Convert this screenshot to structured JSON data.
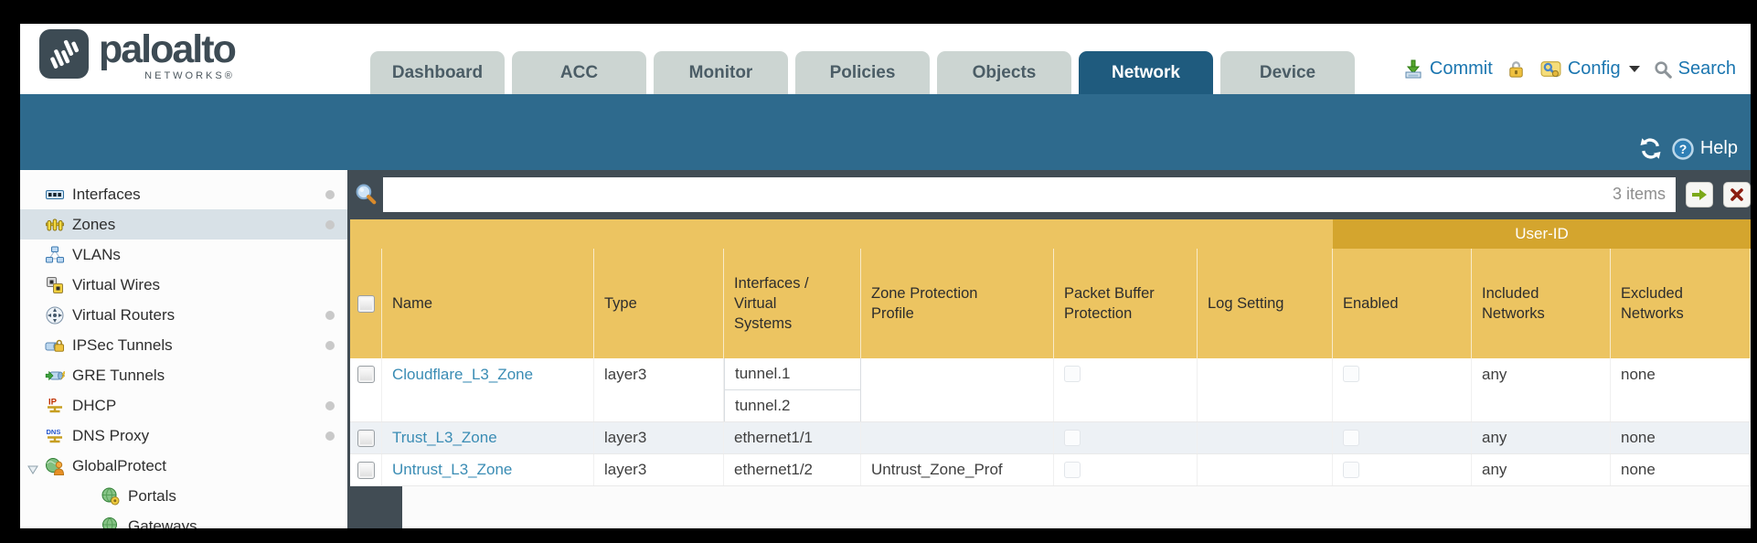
{
  "header": {
    "logo": {
      "brand": "paloalto",
      "subtext": "NETWORKS®"
    },
    "tabs": [
      {
        "label": "Dashboard",
        "active": false
      },
      {
        "label": "ACC",
        "active": false
      },
      {
        "label": "Monitor",
        "active": false
      },
      {
        "label": "Policies",
        "active": false
      },
      {
        "label": "Objects",
        "active": false
      },
      {
        "label": "Network",
        "active": true
      },
      {
        "label": "Device",
        "active": false
      }
    ],
    "actions": {
      "commit_label": "Commit",
      "config_label": "Config",
      "search_label": "Search"
    }
  },
  "subheader": {
    "help_label": "Help"
  },
  "sidebar": {
    "items": [
      {
        "label": "Interfaces",
        "icon": "interfaces-icon",
        "dot": true
      },
      {
        "label": "Zones",
        "icon": "zones-icon",
        "dot": true,
        "selected": true
      },
      {
        "label": "VLANs",
        "icon": "vlans-icon"
      },
      {
        "label": "Virtual Wires",
        "icon": "virtual-wires-icon"
      },
      {
        "label": "Virtual Routers",
        "icon": "virtual-routers-icon",
        "dot": true
      },
      {
        "label": "IPSec Tunnels",
        "icon": "ipsec-tunnels-icon",
        "dot": true
      },
      {
        "label": "GRE Tunnels",
        "icon": "gre-tunnels-icon"
      },
      {
        "label": "DHCP",
        "icon": "dhcp-icon",
        "dot": true
      },
      {
        "label": "DNS Proxy",
        "icon": "dns-proxy-icon",
        "dot": true
      },
      {
        "label": "GlobalProtect",
        "icon": "globalprotect-icon",
        "expandable": true,
        "expanded": true
      },
      {
        "label": "Portals",
        "icon": "portals-icon",
        "indent": true
      },
      {
        "label": "Gateways",
        "icon": "gateways-icon",
        "indent": true
      }
    ]
  },
  "toolbar": {
    "search_value": "",
    "items_count": "3 items"
  },
  "table": {
    "group_header": "User-ID",
    "columns": {
      "name": "Name",
      "type": "Type",
      "interfaces": "Interfaces / Virtual Systems",
      "zone_protection": "Zone Protection Profile",
      "packet_buffer": "Packet Buffer Protection",
      "log_setting": "Log Setting",
      "enabled": "Enabled",
      "included": "Included Networks",
      "excluded": "Excluded Networks"
    },
    "rows": [
      {
        "name": "Cloudflare_L3_Zone",
        "type": "layer3",
        "interfaces": [
          "tunnel.1",
          "tunnel.2"
        ],
        "zone_protection": "",
        "log_setting": "",
        "included": "any",
        "excluded": "none",
        "alt": false
      },
      {
        "name": "Trust_L3_Zone",
        "type": "layer3",
        "interfaces": [
          "ethernet1/1"
        ],
        "zone_protection": "",
        "log_setting": "",
        "included": "any",
        "excluded": "none",
        "alt": true
      },
      {
        "name": "Untrust_L3_Zone",
        "type": "layer3",
        "interfaces": [
          "ethernet1/2"
        ],
        "zone_protection": "Untrust_Zone_Prof",
        "log_setting": "",
        "included": "any",
        "excluded": "none",
        "alt": false
      }
    ]
  },
  "colors": {
    "teal_band": "#2e6a8d",
    "active_tab": "#1f5b7e",
    "tab_gray": "#ccd5d2",
    "header_orange": "#ecc461",
    "userid_band": "#d4a52e",
    "toolbar_dark": "#414c54",
    "link_blue": "#3a8cb4",
    "action_blue": "#1b76b0",
    "alt_row": "#edf1f5"
  }
}
